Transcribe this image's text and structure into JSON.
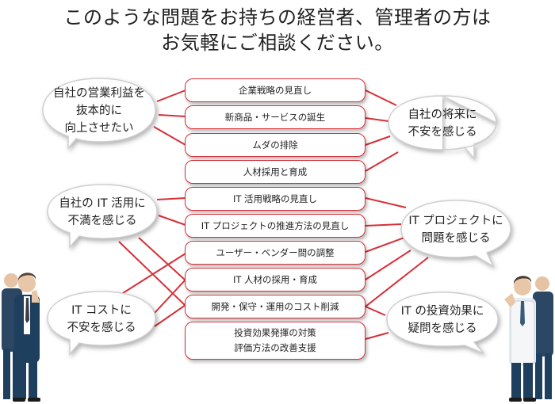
{
  "title": {
    "line1": "このような問題をお持ちの経営者、管理者の方は",
    "line2": "お気軽にご相談ください。"
  },
  "boxes": [
    {
      "lines": [
        "企業戦略の見直し"
      ]
    },
    {
      "lines": [
        "新商品・サービスの誕生"
      ]
    },
    {
      "lines": [
        "ムダの排除"
      ]
    },
    {
      "lines": [
        "人材採用と育成"
      ]
    },
    {
      "lines": [
        "IT 活用戦略の見直し"
      ]
    },
    {
      "lines": [
        "IT プロジェクトの推進方法の見直し"
      ]
    },
    {
      "lines": [
        "ユーザー・ベンダー間の調整"
      ]
    },
    {
      "lines": [
        "IT 人材の採用・育成"
      ]
    },
    {
      "lines": [
        "開発・保守・運用のコスト削減"
      ]
    },
    {
      "lines": [
        "投資効果発揮の対策",
        "評価方法の改善支援"
      ]
    }
  ],
  "bubbles": {
    "left_top": {
      "lines": [
        "自社の営業利益を",
        "抜本的に",
        "向上させたい"
      ]
    },
    "left_mid": {
      "lines": [
        "自社の IT 活用に",
        "不満を感じる"
      ]
    },
    "left_bot": {
      "lines": [
        "IT コストに",
        "不安を感じる"
      ]
    },
    "right_top": {
      "lines": [
        "自社の将来に",
        "不安を感じる"
      ]
    },
    "right_mid": {
      "lines": [
        "IT プロジェクトに",
        "問題を感じる"
      ]
    },
    "right_bot": {
      "lines": [
        "IT の投資効果に",
        "疑問を感じる"
      ]
    }
  },
  "colors": {
    "line": "#d6303a",
    "bubble_fill": "#ffffff",
    "bubble_stroke": "#cfcfcf",
    "suit": "#1f3f5f"
  },
  "icons": {
    "person_left": "thinking-businessman",
    "person_right": "thinking-businessman"
  }
}
